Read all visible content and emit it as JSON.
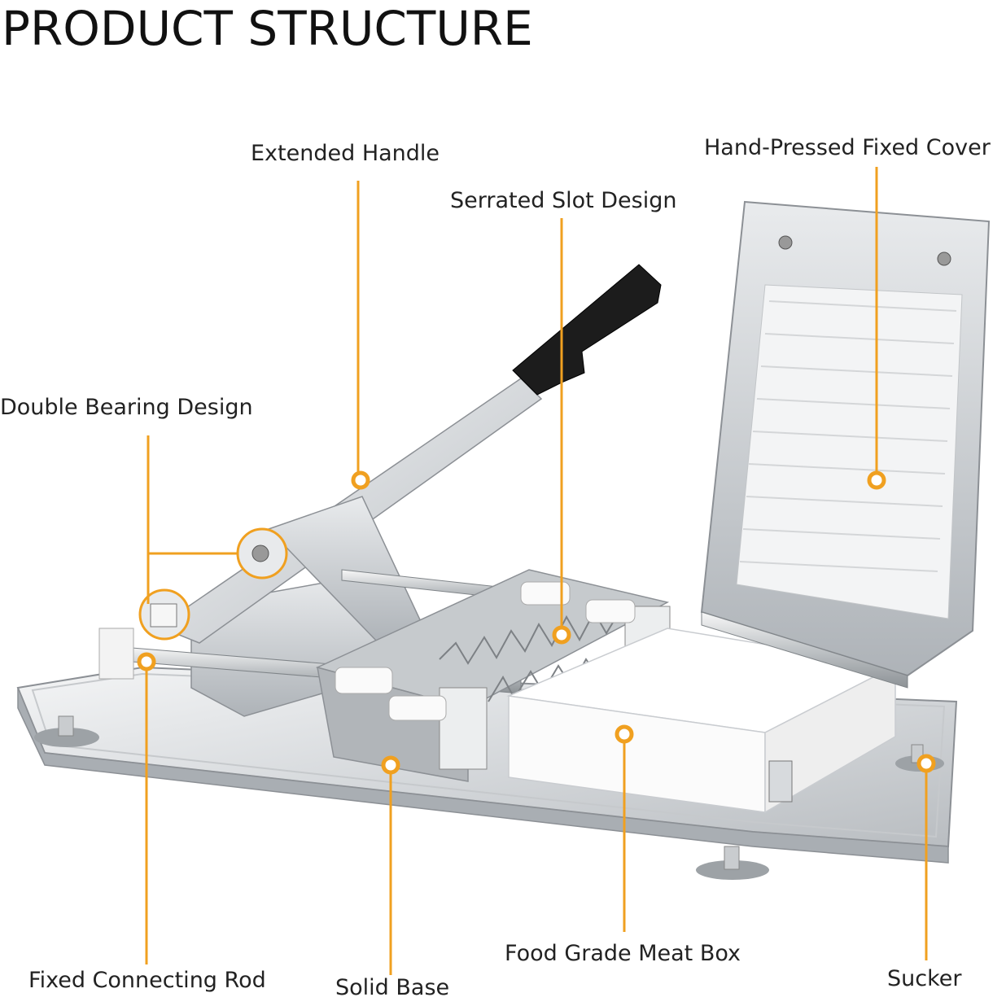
{
  "title": "PRODUCT STRUCTURE",
  "accent_color": "#f0a020",
  "labels": {
    "extended_handle": "Extended Handle",
    "hand_pressed_cover": "Hand-Pressed Fixed Cover",
    "serrated_slot": "Serrated Slot Design",
    "double_bearing": "Double Bearing Design",
    "fixed_rod": "Fixed Connecting Rod",
    "solid_base": "Solid Base",
    "meat_box": "Food Grade Meat Box",
    "sucker": "Sucker"
  }
}
